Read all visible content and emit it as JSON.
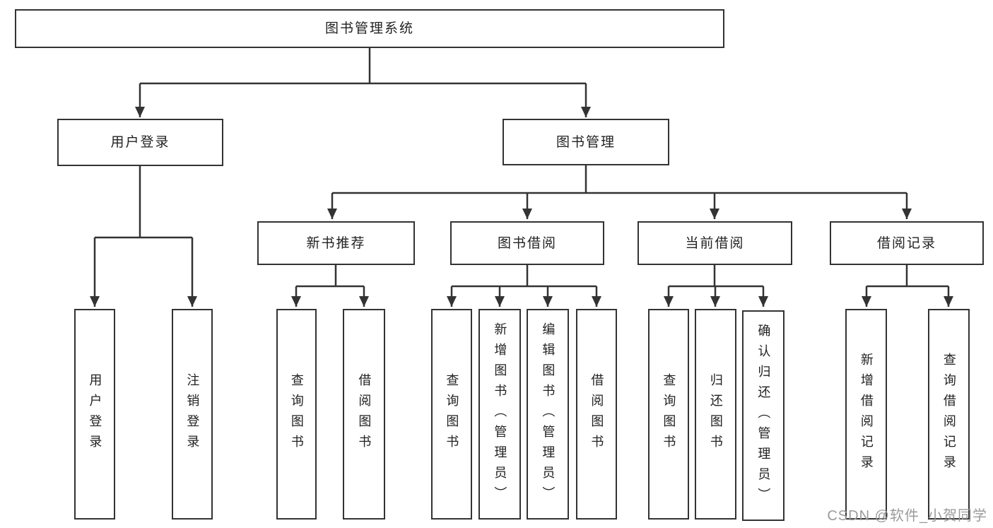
{
  "diagram_title": "图书管理系统",
  "nodes": {
    "root": "图书管理系统",
    "user_login": "用户登录",
    "book_mgmt": "图书管理",
    "new_book_rec": "新书推荐",
    "book_borrow": "图书借阅",
    "current_borrow": "当前借阅",
    "borrow_record": "借阅记录",
    "ul_user_login": "用户登录",
    "ul_logout": "注销登录",
    "nb_query_book": "查询图书",
    "nb_borrow_book": "借阅图书",
    "bb_query_book": "查询图书",
    "bb_add_book": "新增图书（管理员）",
    "bb_edit_book": "编辑图书（管理员）",
    "bb_borrow_book": "借阅图书",
    "cb_query_book": "查询图书",
    "cb_return_book": "归还图书",
    "cb_confirm_return": "确认归还（管理员）",
    "br_add_record": "新增借阅记录",
    "br_query_record": "查询借阅记录"
  },
  "watermark": "CSDN @软件_小贺同学",
  "colors": {
    "line": "#333333",
    "border": "#333333",
    "text": "#222222",
    "watermark": "#9b9b9b",
    "background": "#ffffff"
  }
}
